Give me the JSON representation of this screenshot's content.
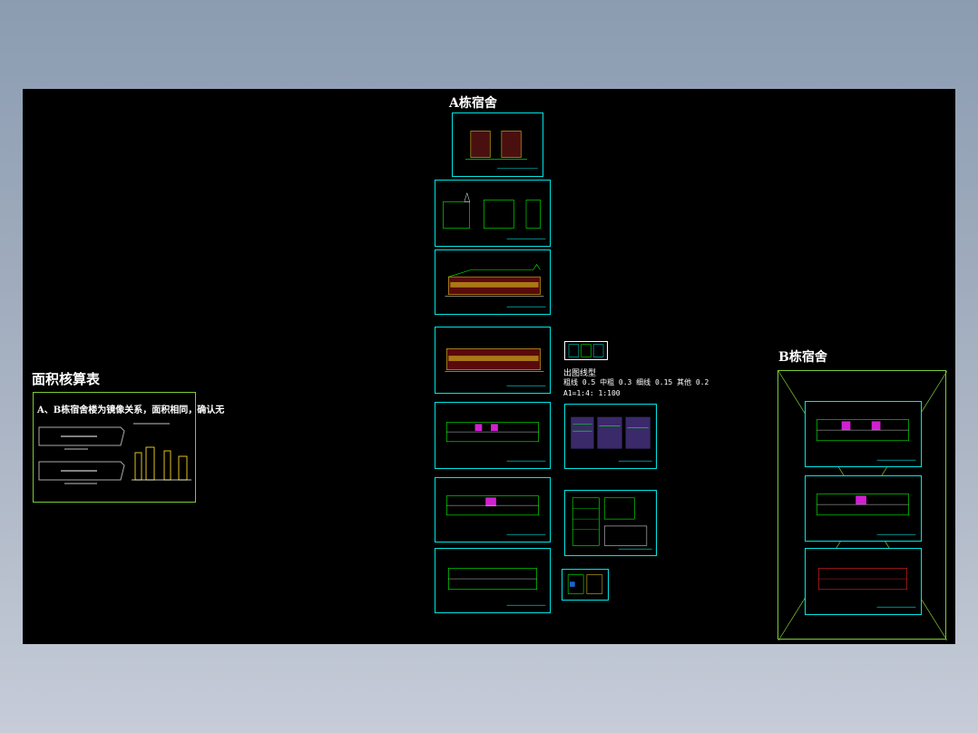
{
  "area_table": {
    "title": "面积核算表",
    "caption": "A、B栋宿舍楼为镜像关系，面积相同，确认无"
  },
  "building_a": {
    "title": "A栋宿舍"
  },
  "building_b": {
    "title": "B栋宿舍"
  },
  "notes": {
    "heading": "出图线型",
    "line1": "粗线 0.5   中粗 0.3   细线 0.15   其他 0.2",
    "line2": "A1=1:4:  1:100"
  },
  "colors": {
    "cad_background": "#000000",
    "sheet_border": "#00e5e5",
    "frame_green": "#7ccb34"
  }
}
